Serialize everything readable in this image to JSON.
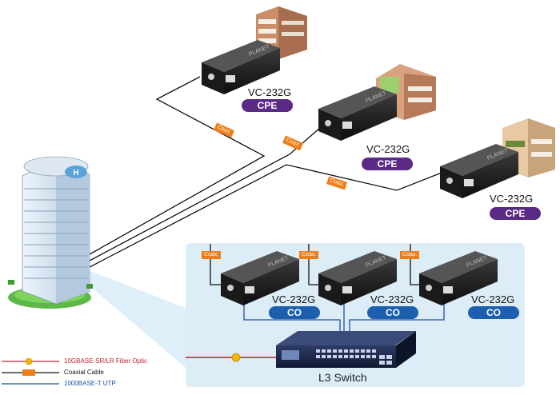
{
  "cpe_devices": [
    {
      "model": "VC-232G",
      "role": "CPE"
    },
    {
      "model": "VC-232G",
      "role": "CPE"
    },
    {
      "model": "VC-232G",
      "role": "CPE"
    }
  ],
  "co_devices": [
    {
      "model": "VC-232G",
      "role": "CO"
    },
    {
      "model": "VC-232G",
      "role": "CO"
    },
    {
      "model": "VC-232G",
      "role": "CO"
    }
  ],
  "coax_tag": "Coax.",
  "switch_label": "L3 Switch",
  "device_brand": "PLANET",
  "legend": [
    {
      "text": "10GBASE-SR/LR Fiber Optic",
      "color": "#c0202c"
    },
    {
      "text": "Coaxial Cable",
      "color": "#111111"
    },
    {
      "text": "1000BASE-T UTP",
      "color": "#1f4ea8"
    }
  ],
  "colors": {
    "cpe": "#5b2a86",
    "co": "#1c5fae",
    "coax_tag": "#ef7d17",
    "panel": "#dcedf8",
    "fiber": "#c0202c",
    "utp": "#1f4ea8"
  }
}
